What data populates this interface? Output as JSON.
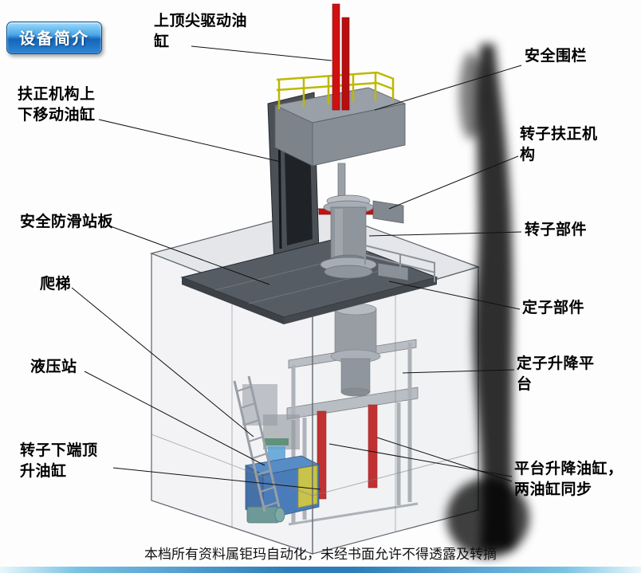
{
  "badge": {
    "label": "设备简介"
  },
  "labels": [
    {
      "text": "上顶尖驱动油缸"
    },
    {
      "text": "安全围栏"
    },
    {
      "text": "扶正机构上下移动油缸"
    },
    {
      "text": "转子扶正机构"
    },
    {
      "text": "安全防滑站板"
    },
    {
      "text": "转子部件"
    },
    {
      "text": "爬梯"
    },
    {
      "text": "定子部件"
    },
    {
      "text": "液压站"
    },
    {
      "text": "定子升降平台"
    },
    {
      "text": "转子下端顶升油缸"
    },
    {
      "text": "平台升降油缸，两油缸同步"
    }
  ],
  "footer": {
    "text": "本档所有资料属钜玛自动化，未经书面允许不得透露及转摘"
  },
  "colors": {
    "badge_blue": "#2f87d6",
    "cylinder_red": "#c41212",
    "railing_yellow": "#c8c400",
    "hydraulic_blue": "#2f6cb4",
    "plate_gray": "#565c64"
  }
}
